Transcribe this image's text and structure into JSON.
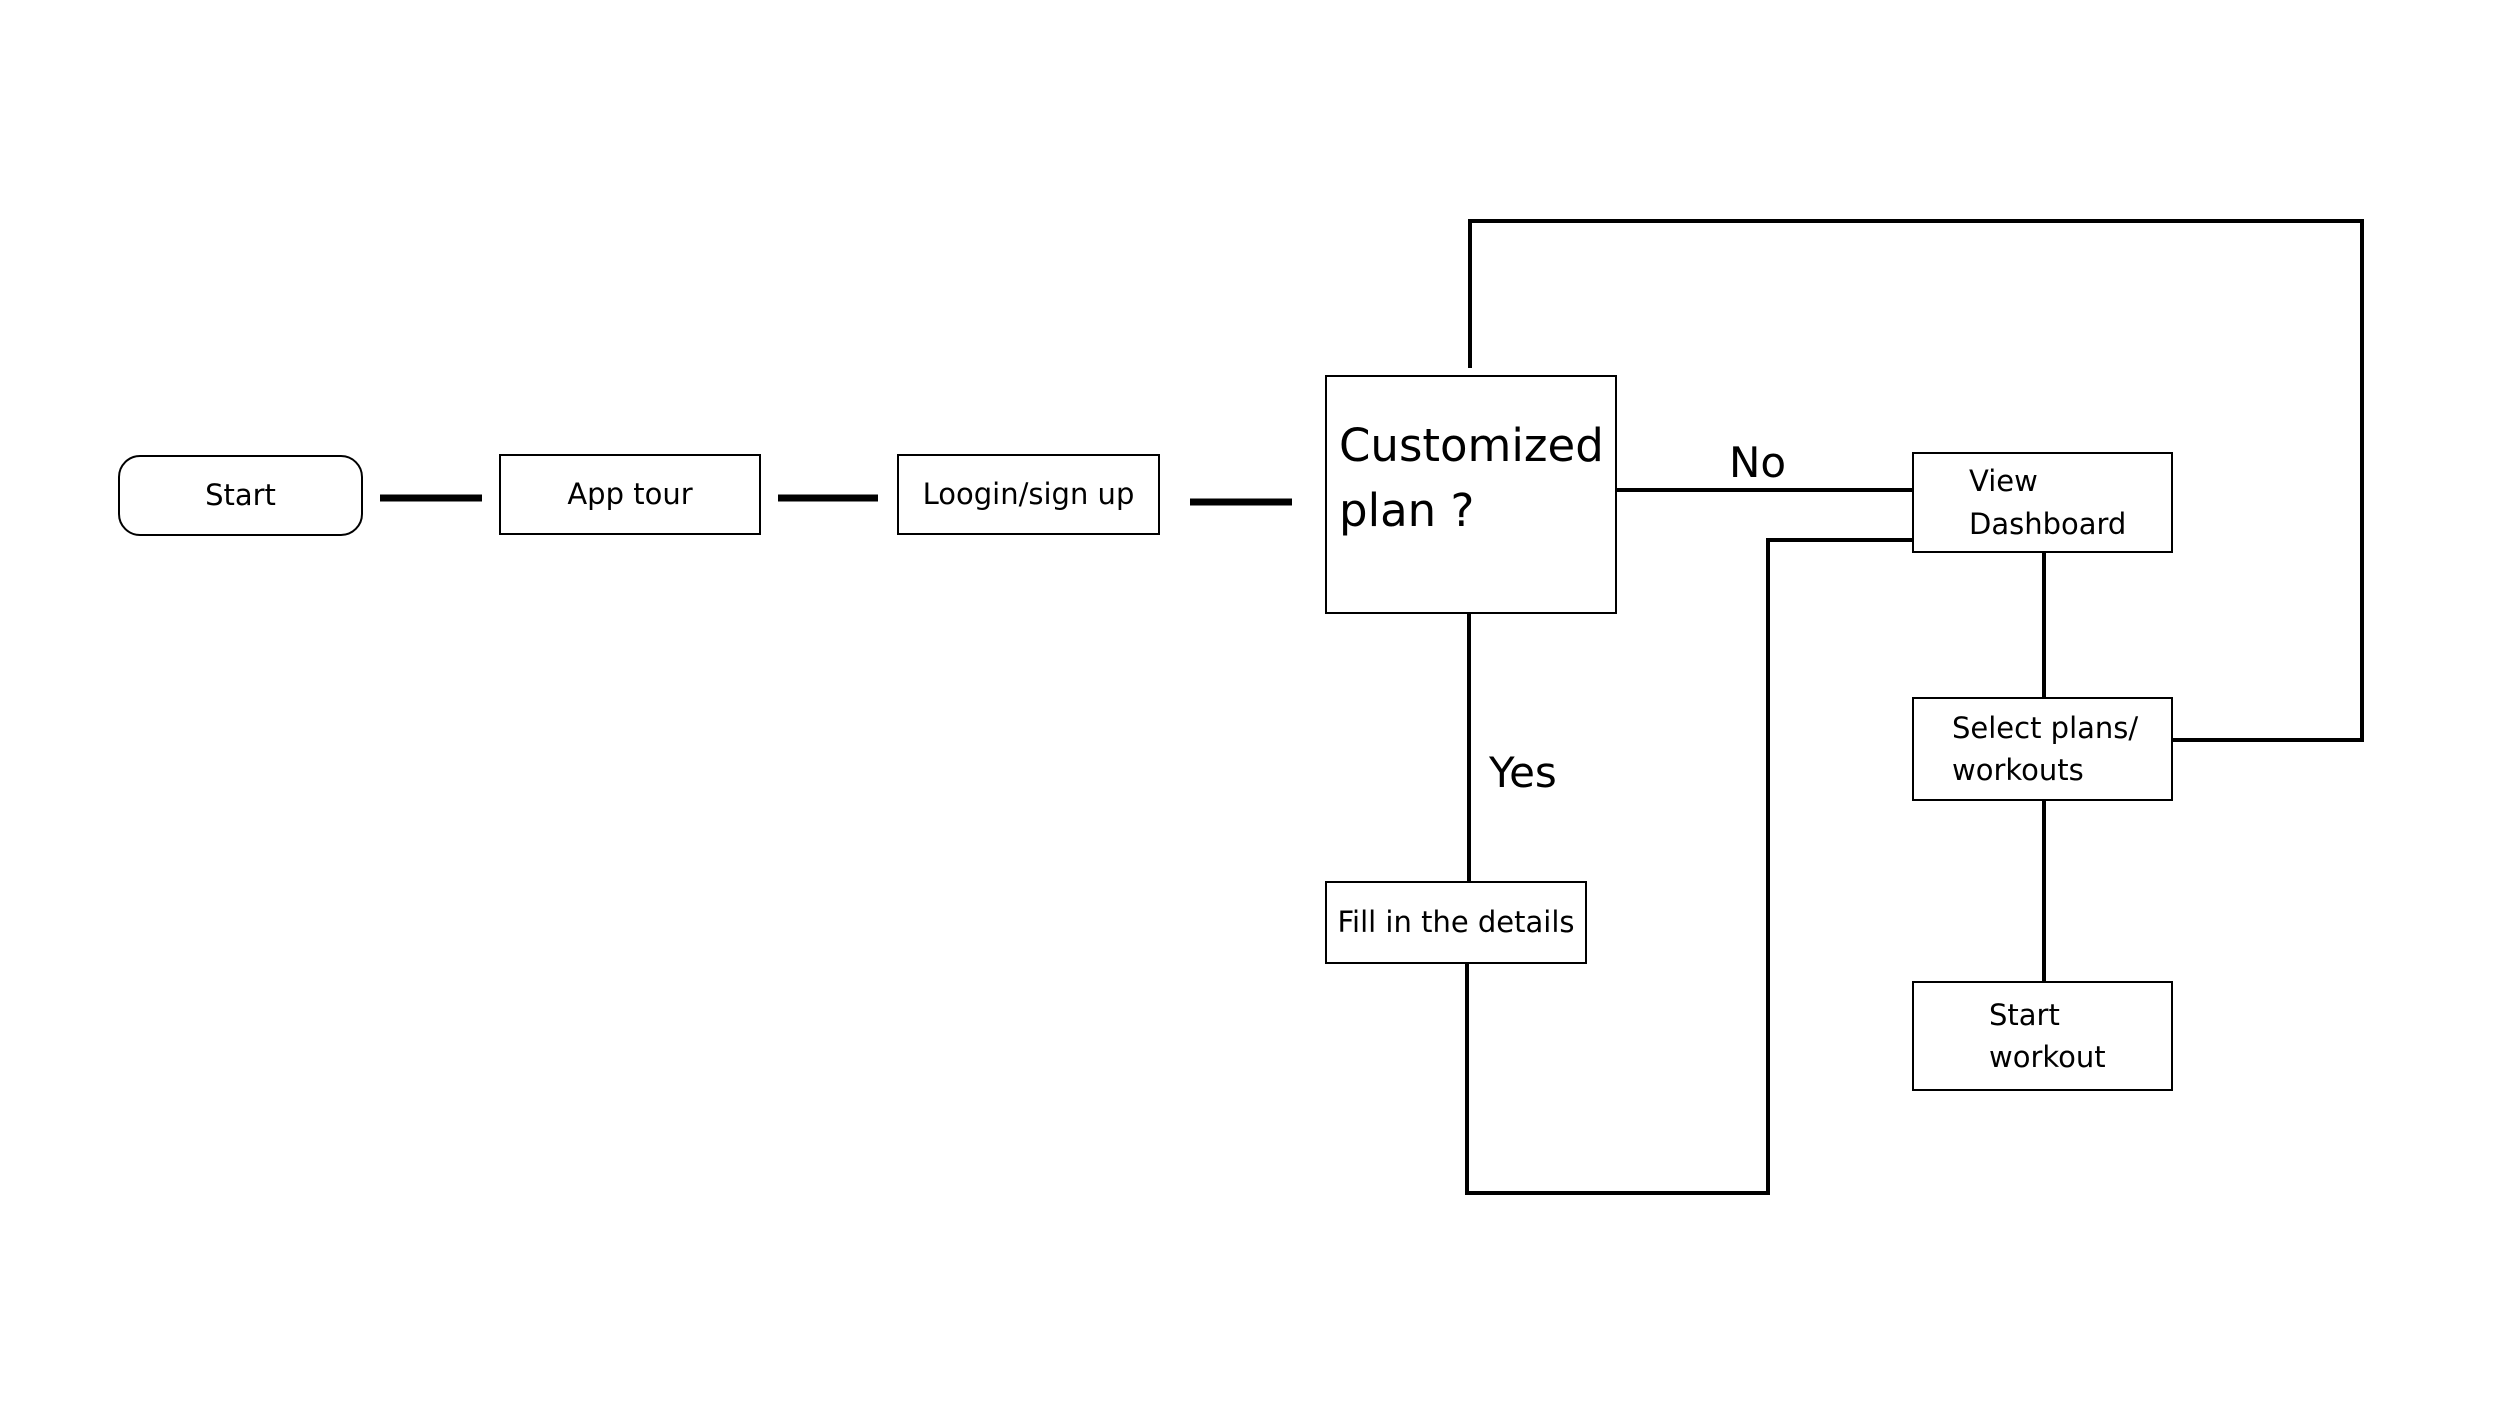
{
  "flowchart": {
    "start": "Start",
    "app_tour": "App tour",
    "login": "Loogin/sign up",
    "decision": {
      "line1": "Customized",
      "line2": "plan ?"
    },
    "no_label": "No",
    "yes_label": "Yes",
    "fill_details": "Fill in the details",
    "view_dashboard": {
      "line1": "View",
      "line2": "Dashboard"
    },
    "select_plans": {
      "line1": "Select plans/",
      "line2": "workouts"
    },
    "start_workout": {
      "line1": "Start",
      "line2": "workout"
    }
  }
}
